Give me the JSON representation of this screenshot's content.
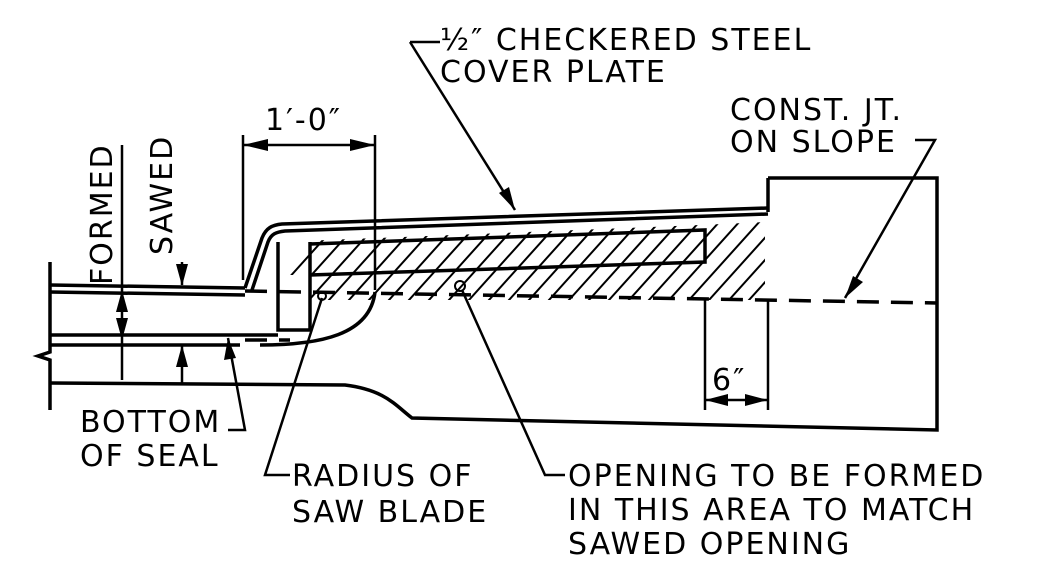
{
  "labels": {
    "cover_plate_line1": "½″ CHECKERED STEEL",
    "cover_plate_line2": "COVER PLATE",
    "const_jt_line1": "CONST. JT.",
    "const_jt_line2": "ON SLOPE",
    "dim_one_foot": "1′-0″",
    "dim_six_inch": "6″",
    "formed": "FORMED",
    "sawed": "SAWED",
    "bottom_of_seal_line1": "BOTTOM",
    "bottom_of_seal_line2": "OF SEAL",
    "radius_line1": "RADIUS OF",
    "radius_line2": "SAW BLADE",
    "opening_line1": "OPENING TO BE FORMED",
    "opening_line2": "IN THIS AREA TO MATCH",
    "opening_line3": "SAWED OPENING"
  }
}
